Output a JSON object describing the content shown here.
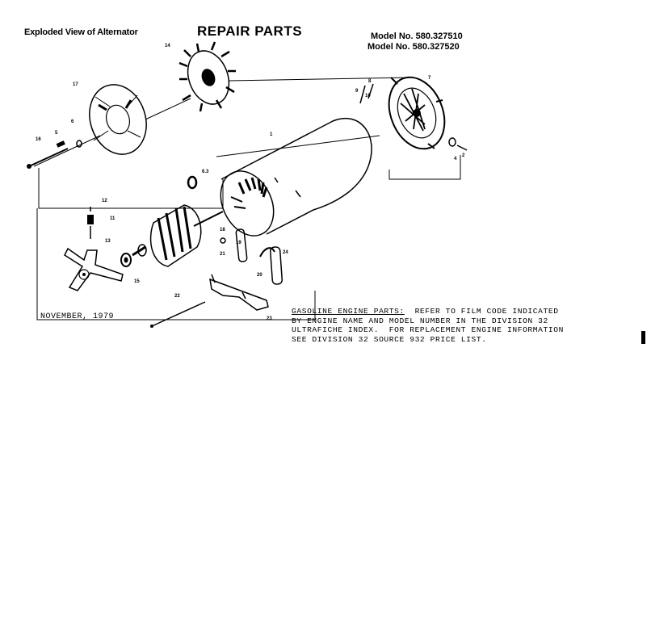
{
  "header": {
    "subtitle": "Exploded View of Alternator",
    "title": "REPAIR PARTS",
    "models": [
      "Model No. 580.327510",
      "Model No. 580.327520"
    ]
  },
  "footer": {
    "date": "NOVEMBER, 1979",
    "note_heading": "GASOLINE ENGINE PARTS:",
    "note_line1_rest": "  REFER TO FILM CODE INDICATED",
    "note_line2": "BY ENGINE NAME AND MODEL NUMBER IN THE DIVISION 32",
    "note_line3": "ULTRAFICHE INDEX.  FOR REPLACEMENT ENGINE INFORMATION",
    "note_line4": "SEE DIVISION 32 SOURCE 932 PRICE LIST."
  },
  "diagram": {
    "part_labels": [
      "14",
      "17",
      "7",
      "8",
      "9",
      "10",
      "5",
      "6",
      "16",
      "4",
      "1",
      "6.3",
      "12",
      "11",
      "13",
      "18",
      "19",
      "21",
      "24",
      "20",
      "22",
      "23",
      "15",
      "2"
    ]
  }
}
